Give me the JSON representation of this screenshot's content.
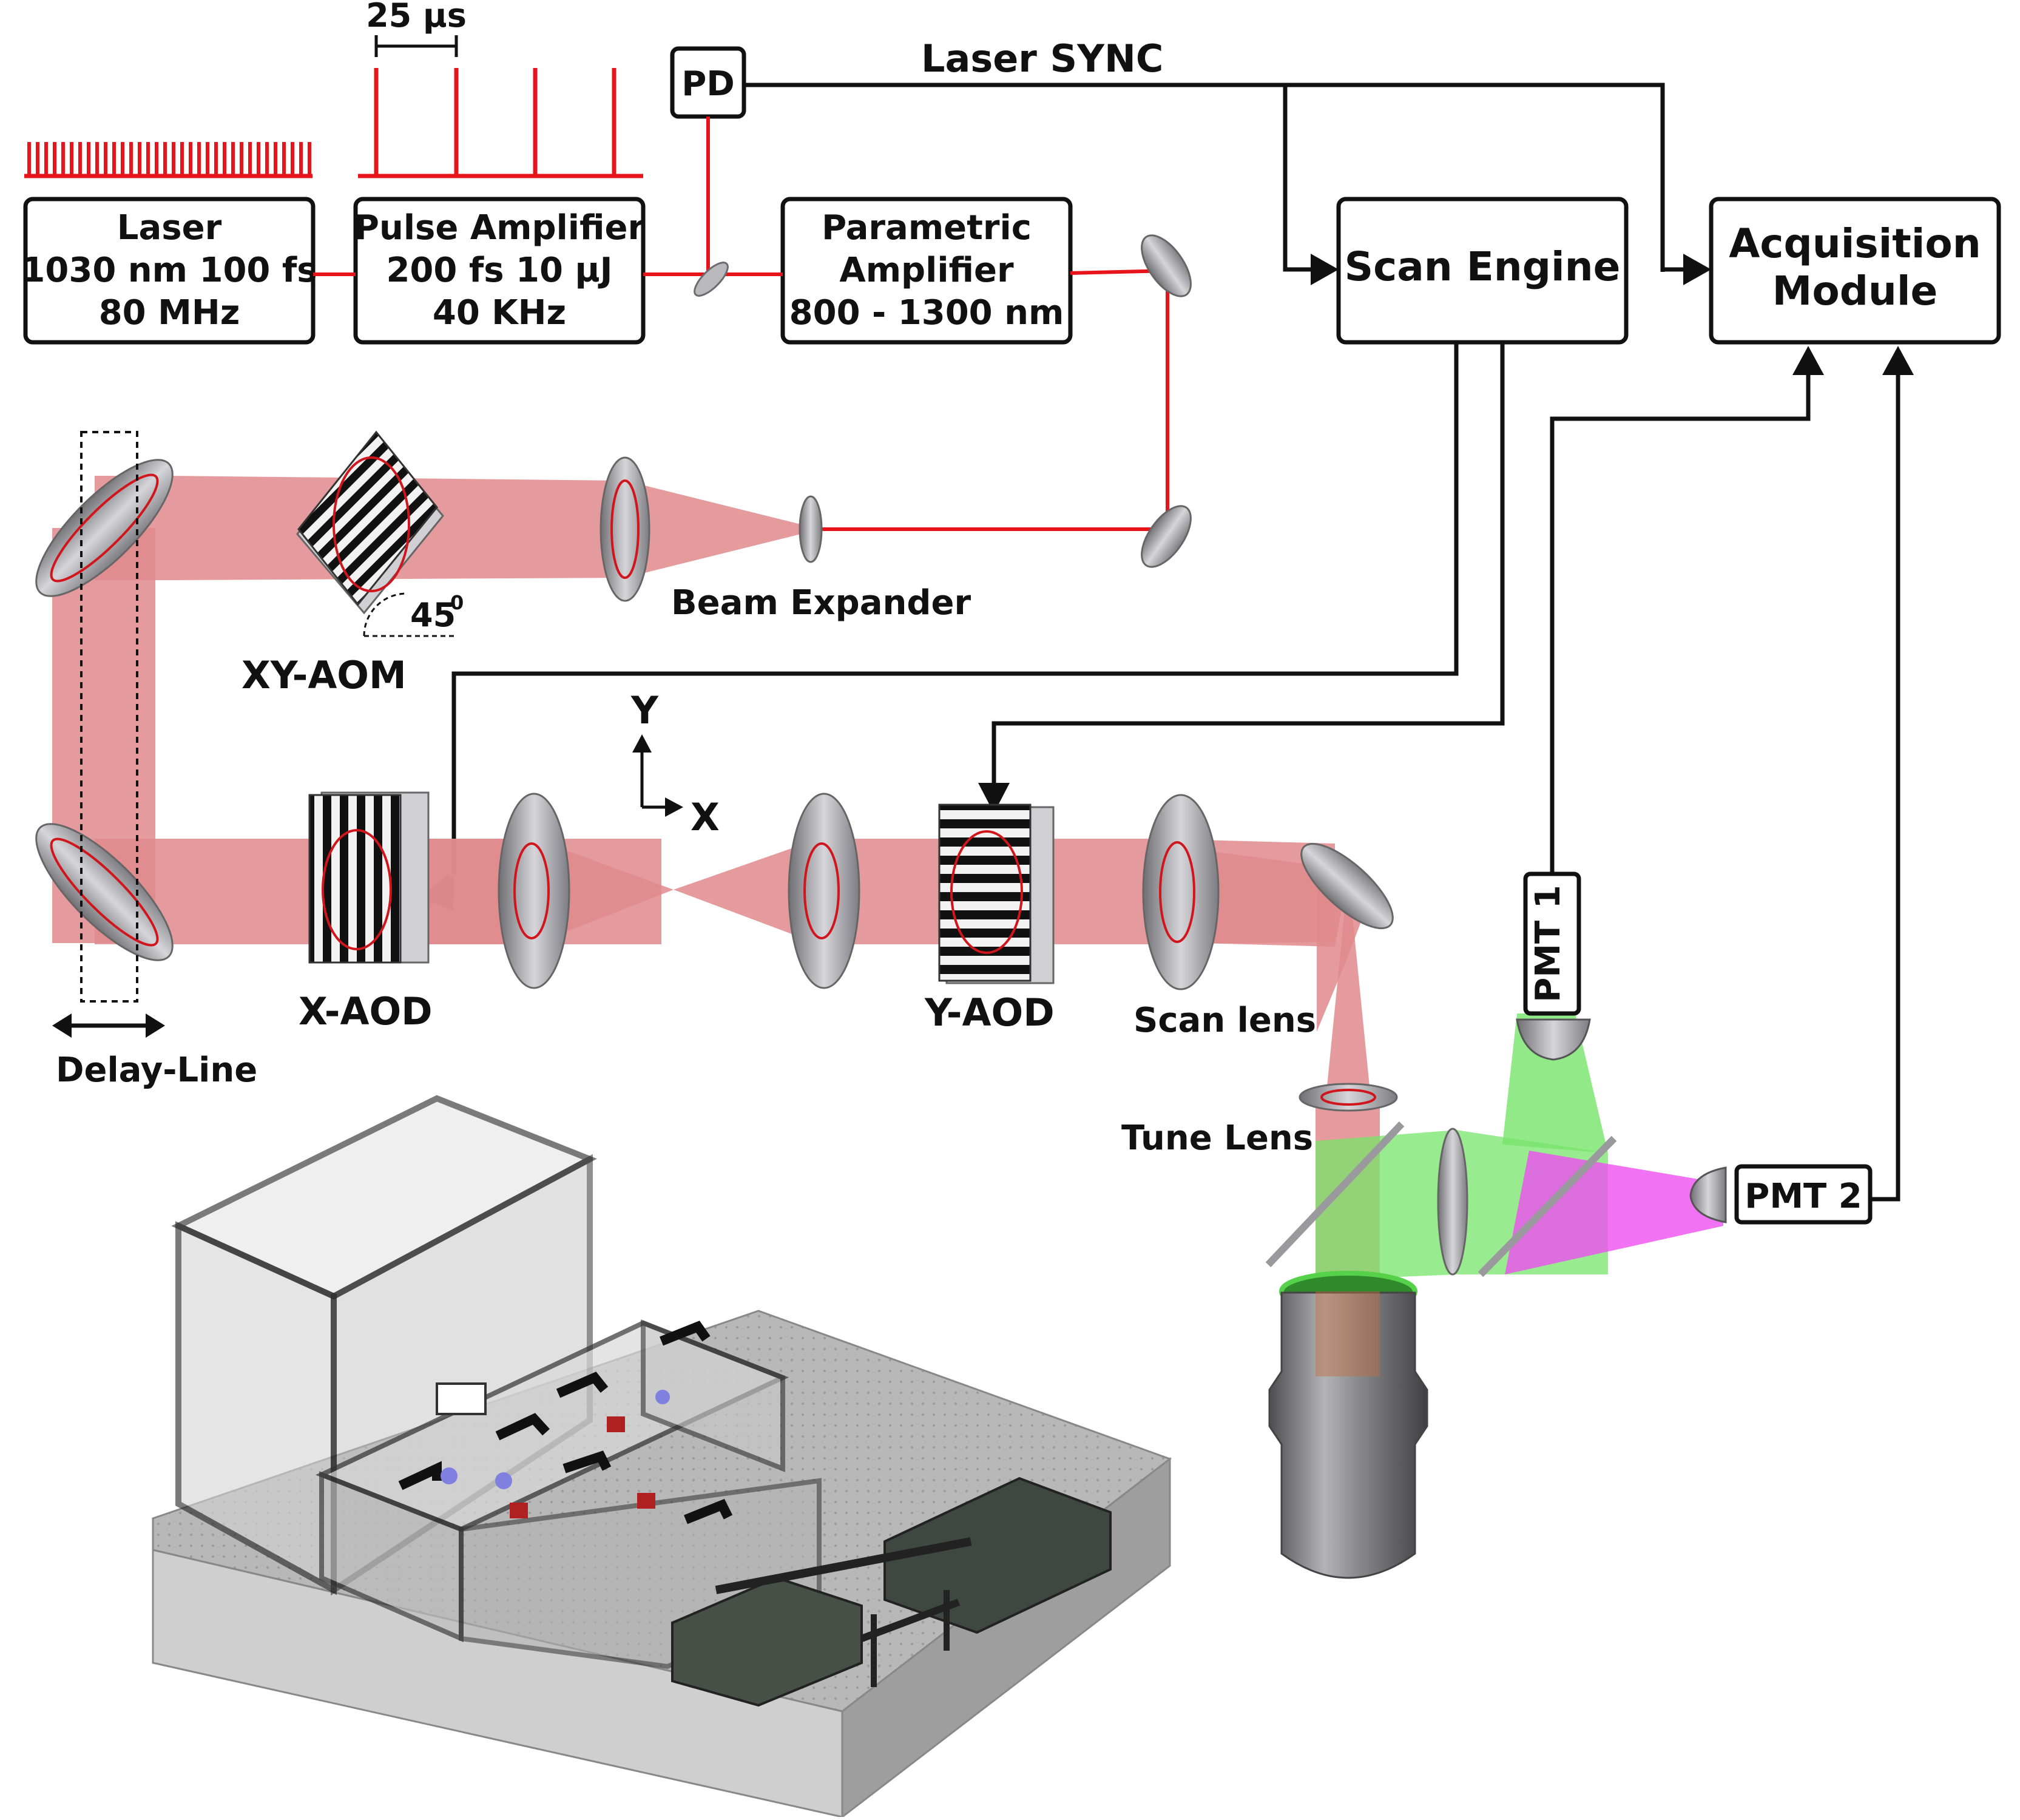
{
  "colors": {
    "laser_red": "#e8141c",
    "beam_pink": "#e08a8c",
    "fluor_green": "#77e46a",
    "fluor_magenta": "#ee4ff0",
    "wire_black": "#111111"
  },
  "timing": {
    "period_label": "25 µs"
  },
  "boxes": {
    "laser": {
      "line1": "Laser",
      "line2": "1030 nm  100 fs",
      "line3": "80 MHz"
    },
    "pulse_amp": {
      "line1": "Pulse Amplifier",
      "line2": "200 fs 10 µJ",
      "line3": "40 KHz"
    },
    "param_amp": {
      "line1": "Parametric",
      "line2": "Amplifier",
      "line3": "800 - 1300 nm"
    },
    "pd": {
      "label": "PD"
    },
    "scan_engine": {
      "label": "Scan Engine"
    },
    "acq": {
      "line1": "Acquisition",
      "line2": "Module"
    },
    "pmt1": {
      "label": "PMT 1"
    },
    "pmt2": {
      "label": "PMT 2"
    }
  },
  "labels": {
    "laser_sync": "Laser SYNC",
    "beam_expander": "Beam Expander",
    "xy_aom": "XY-AOM",
    "angle": "45",
    "angle_sup": "0",
    "x_aod": "X-AOD",
    "y_aod": "Y-AOD",
    "scan_lens": "Scan lens",
    "tune_lens": "Tune Lens",
    "delay_line": "Delay-Line",
    "axis_y": "Y",
    "axis_x": "X"
  },
  "icons": [
    "arrow-head-icon",
    "double-arrow-icon",
    "axis-icon"
  ]
}
